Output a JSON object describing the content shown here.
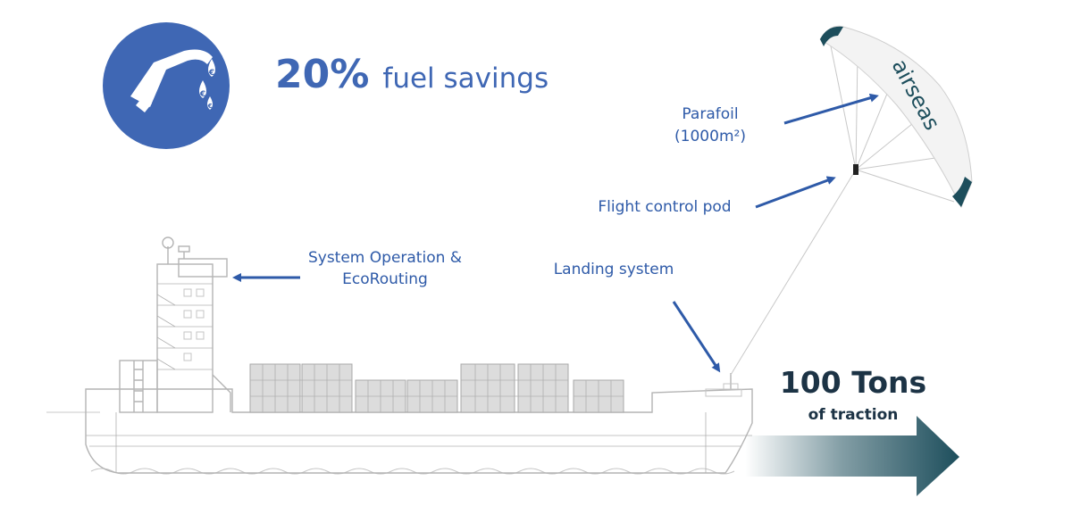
{
  "headline": {
    "percent": "20%",
    "text": "fuel savings",
    "color": "#3f67b4"
  },
  "icon": {
    "name": "fuel-pump-euro-icon",
    "circle_color": "#3f67b4"
  },
  "labels": {
    "system_operation_line1": "System Operation &",
    "system_operation_line2": "EcoRouting",
    "parafoil_line1": "Parafoil",
    "parafoil_line2": "(1000m²)",
    "flight_control_pod": "Flight control pod",
    "landing_system": "Landing system"
  },
  "traction": {
    "value": "100 Tons",
    "caption": "of traction"
  },
  "kite": {
    "brand": "airseas",
    "color": "#1d4e5c"
  },
  "colors": {
    "label_blue": "#2e5aa8",
    "dark_teal": "#1d4e5c",
    "hull_grey": "#b4b4b4"
  }
}
